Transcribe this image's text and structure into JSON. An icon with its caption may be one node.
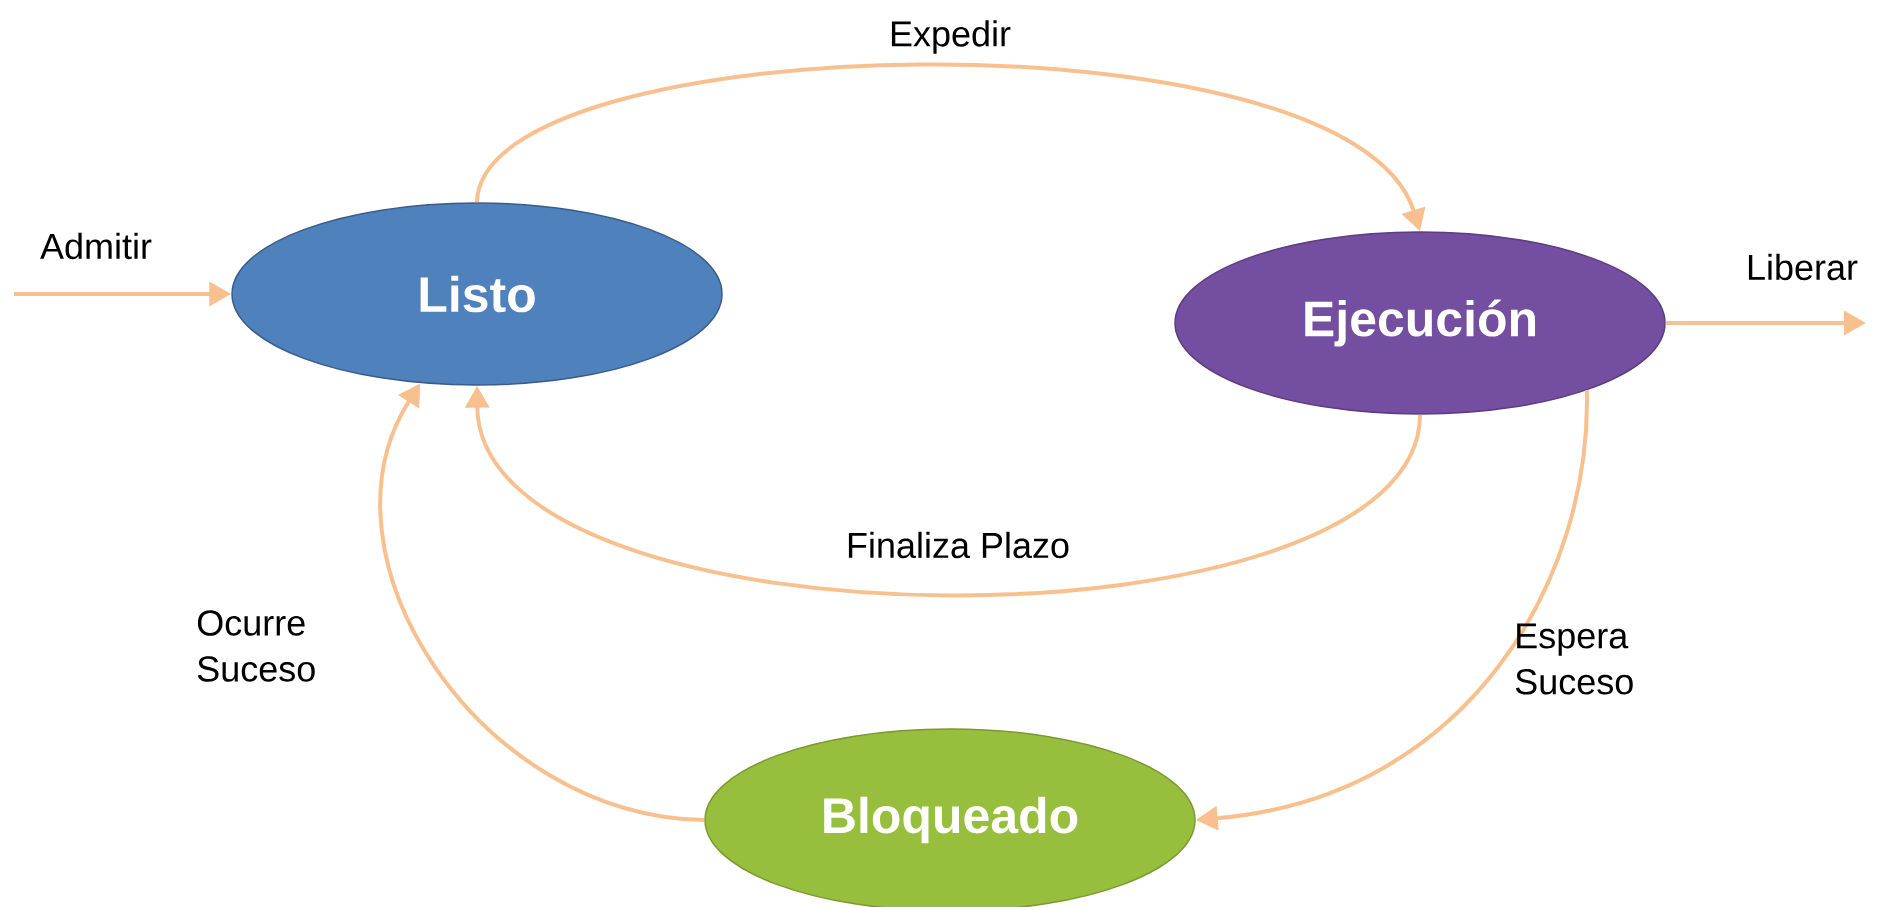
{
  "diagram": {
    "nodes": [
      {
        "text": [
          "Listo"
        ]
      },
      {
        "text": [
          "Ejecución"
        ]
      },
      {
        "text": [
          "Bloqueado"
        ]
      }
    ],
    "edges": [
      {
        "from": null,
        "to": 0,
        "arrow": "to",
        "label": "Admitir"
      },
      {
        "from": 0,
        "to": 1,
        "arrow": "to",
        "label": "Expedir"
      },
      {
        "from": 1,
        "to": null,
        "arrow": "to",
        "label": "Liberar"
      },
      {
        "from": 1,
        "to": 0,
        "arrow": "to",
        "label": "Finaliza Plazo"
      },
      {
        "from": 1,
        "to": 2,
        "arrow": "to",
        "label": "Espera Suceso"
      },
      {
        "from": 2,
        "to": 0,
        "arrow": "to",
        "label": "Ocurre Suceso"
      }
    ]
  }
}
